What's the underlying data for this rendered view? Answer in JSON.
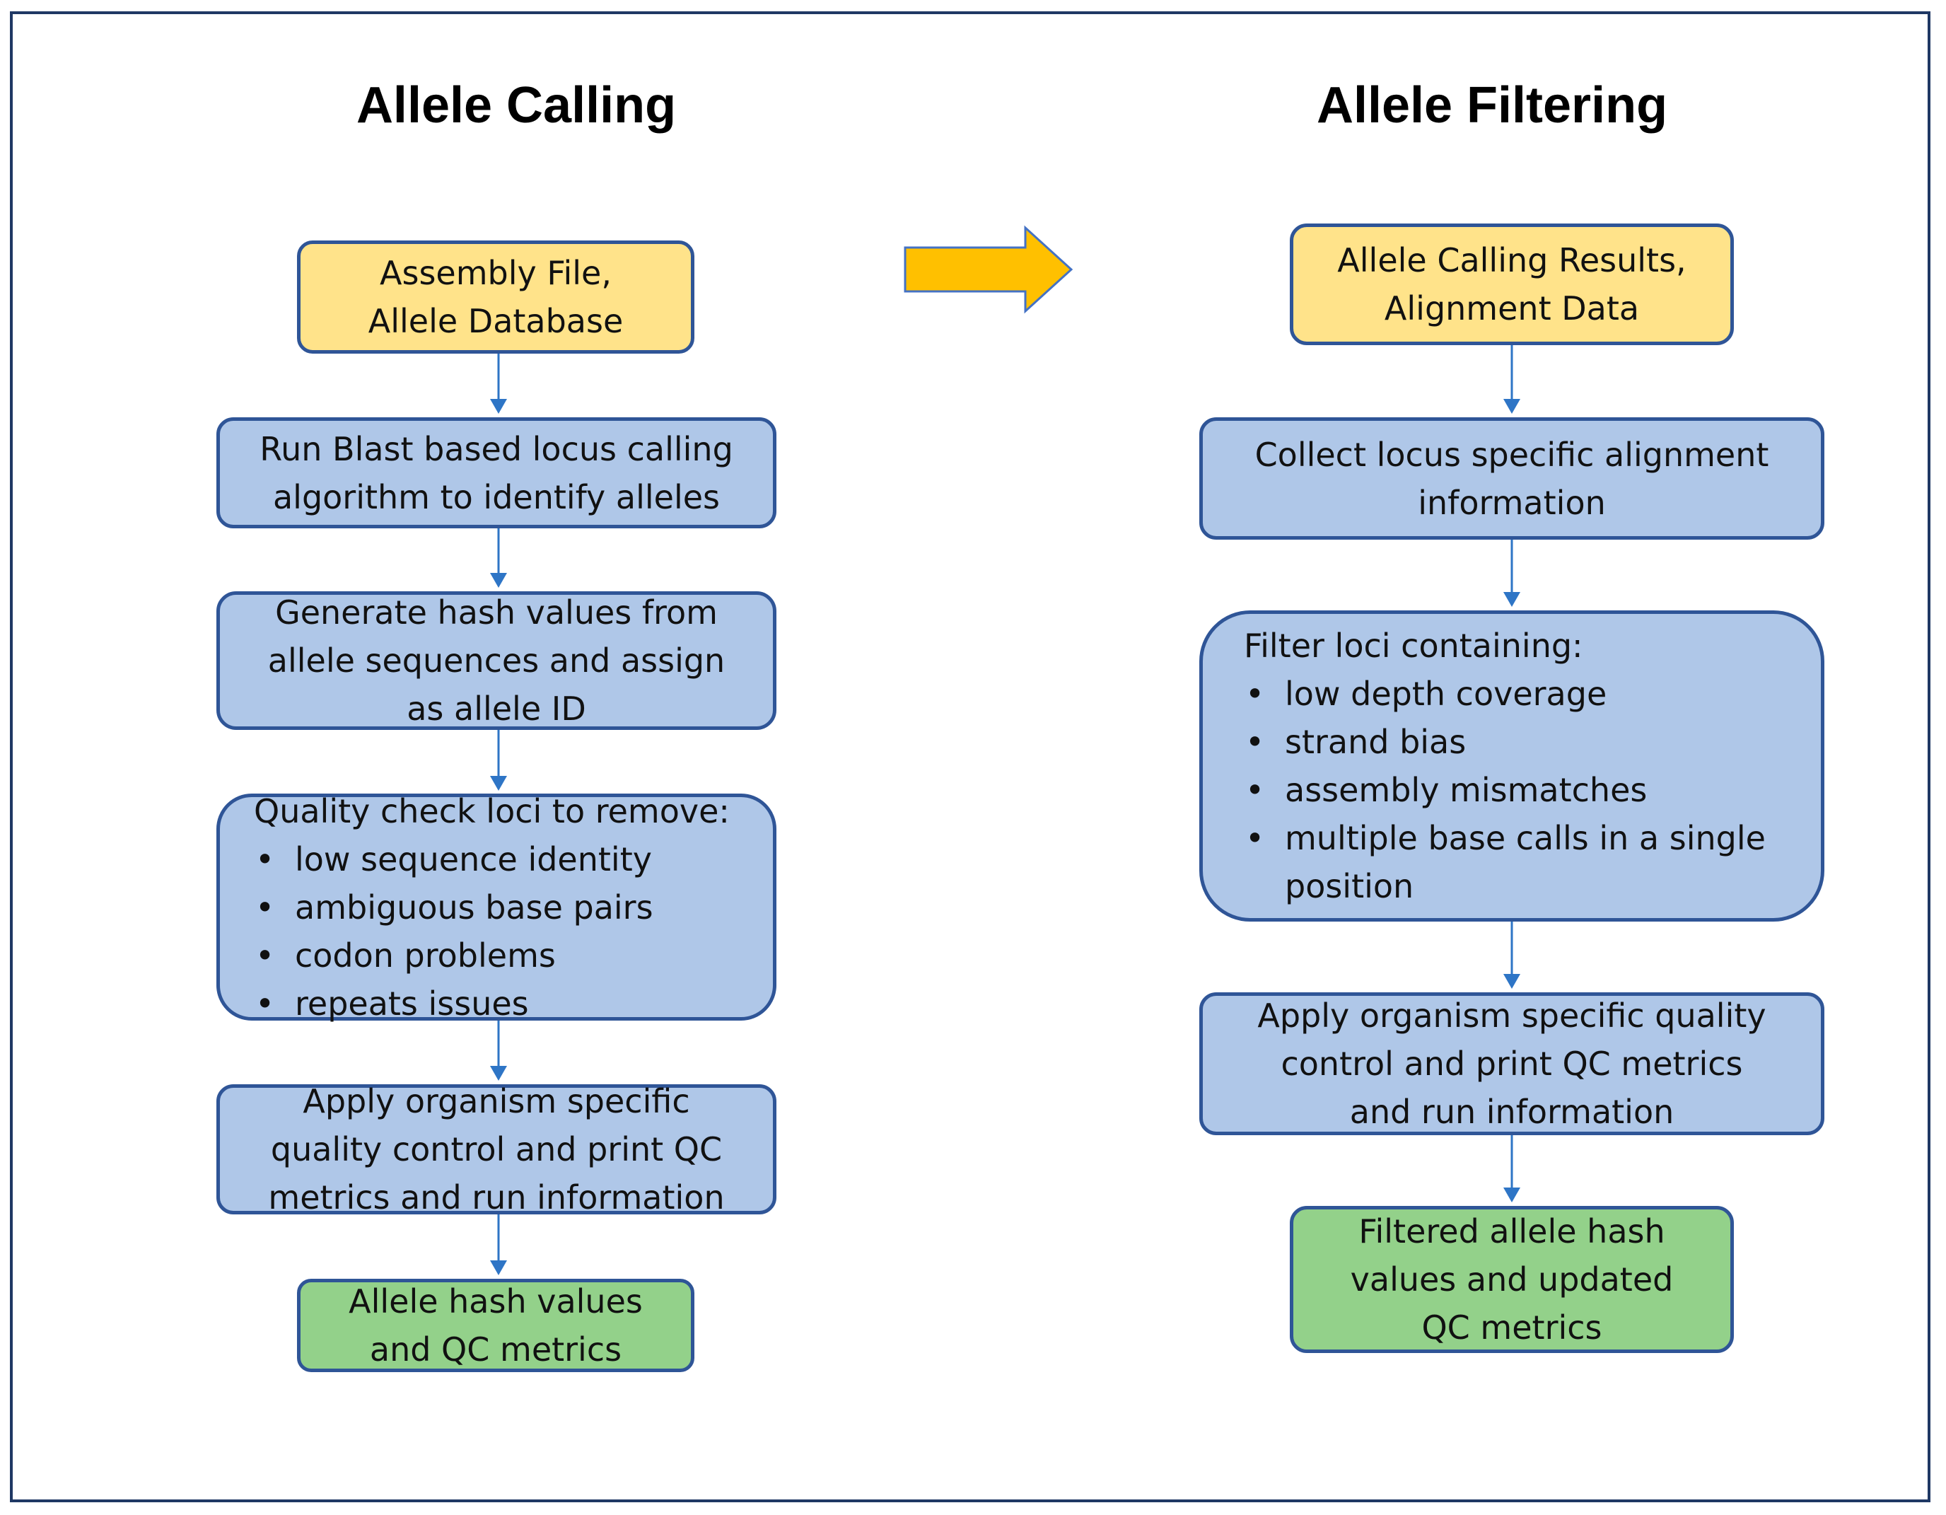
{
  "left": {
    "title": "Allele Calling",
    "input": "Assembly File,\nAllele Database",
    "step1": "Run Blast based locus calling algorithm to identify alleles",
    "step2": "Generate hash values from allele sequences and assign as allele ID",
    "qc": {
      "heading": "Quality check loci to remove:",
      "items": [
        "low sequence identity",
        "ambiguous base pairs",
        "codon problems",
        "repeats issues"
      ]
    },
    "step4": "Apply organism specific quality control and print QC metrics and run information",
    "output": "Allele hash values and QC metrics"
  },
  "right": {
    "title": "Allele Filtering",
    "input": "Allele Calling Results,\nAlignment Data",
    "step1": "Collect locus specific alignment information",
    "filter": {
      "heading": "Filter loci containing:",
      "items": [
        "low depth coverage",
        "strand bias",
        "assembly mismatches",
        "multiple base calls in a single position"
      ]
    },
    "step3": "Apply organism specific quality control and print QC metrics and run information",
    "output": "Filtered allele hash values and updated QC metrics"
  },
  "colors": {
    "input": "#ffe38a",
    "process": "#afc7e8",
    "output": "#93d18a",
    "border": "#2f5597",
    "arrow": "#ffc000",
    "connector": "#2e75c6"
  }
}
